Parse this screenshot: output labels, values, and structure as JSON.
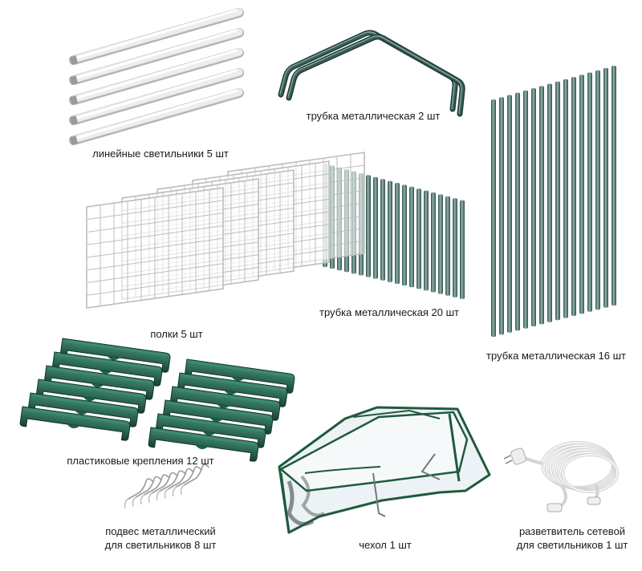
{
  "colors": {
    "background": "#ffffff",
    "tube": "#3b5f59",
    "tube_highlight": "#8fb1aa",
    "clip": "#1f5e4c",
    "clip_highlight": "#3f8a73",
    "shelf_wire": "#bdbdbd",
    "lamp": "#ededed",
    "cover_edge": "#1f5a3c",
    "cable": "#e6e6e6"
  },
  "items": {
    "lamps": {
      "label": "линейные светильники 5 шт",
      "icon": "linear-lamp-icon",
      "count": 5
    },
    "arches": {
      "label": "трубка металлическая 2 шт",
      "icon": "metal-arch-icon",
      "count": 2
    },
    "tubes20": {
      "label": "трубка металлическая 20 шт",
      "icon": "metal-tube-icon",
      "count": 20
    },
    "tubes16": {
      "label": "трубка металлическая 16 шт",
      "icon": "metal-tube-icon",
      "count": 16
    },
    "shelves": {
      "label": "полки 5 шт",
      "icon": "wire-shelf-icon",
      "count": 5
    },
    "clips": {
      "label": "пластиковые крепления 12 шт",
      "icon": "plastic-clip-icon",
      "count": 12
    },
    "hooks": {
      "label_line1": "подвес металлический",
      "label_line2": "для светильников 8 шт",
      "icon": "metal-hook-icon",
      "count": 8
    },
    "cover": {
      "label": "чехол 1 шт",
      "icon": "greenhouse-cover-icon",
      "count": 1
    },
    "splitter": {
      "label_line1": "разветвитель сетевой",
      "label_line2": "для светильников 1 шт",
      "icon": "power-splitter-icon",
      "count": 1
    }
  }
}
